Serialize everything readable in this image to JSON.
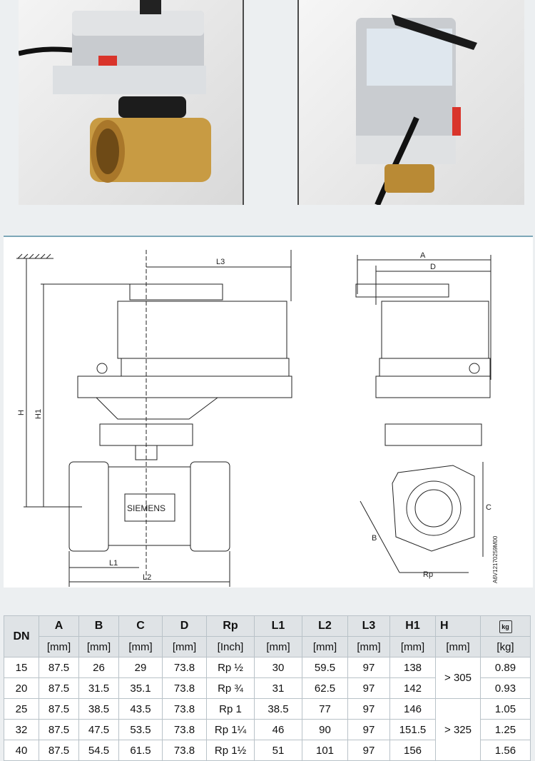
{
  "drawing": {
    "labels": {
      "L3": "L3",
      "H": "H",
      "H1": "H1",
      "L1": "L1",
      "L2": "L2",
      "A": "A",
      "D": "D",
      "C": "C",
      "B": "B",
      "Rp": "Rp",
      "brand": "SIEMENS",
      "code": "A6V12170259M00"
    }
  },
  "table": {
    "dn_header": "DN",
    "columns": [
      "A",
      "B",
      "C",
      "D",
      "Rp",
      "L1",
      "L2",
      "L3",
      "H1",
      "H"
    ],
    "units": [
      "[mm]",
      "[mm]",
      "[mm]",
      "[mm]",
      "[Inch]",
      "[mm]",
      "[mm]",
      "[mm]",
      "[mm]",
      "[mm]",
      "[kg]"
    ],
    "weight_icon": "kg",
    "rows": [
      {
        "dn": "15",
        "A": "87.5",
        "B": "26",
        "C": "29",
        "D": "73.8",
        "Rp": "Rp ½",
        "L1": "30",
        "L2": "59.5",
        "L3": "97",
        "H1": "138",
        "kg": "0.89"
      },
      {
        "dn": "20",
        "A": "87.5",
        "B": "31.5",
        "C": "35.1",
        "D": "73.8",
        "Rp": "Rp ¾",
        "L1": "31",
        "L2": "62.5",
        "L3": "97",
        "H1": "142",
        "kg": "0.93"
      },
      {
        "dn": "25",
        "A": "87.5",
        "B": "38.5",
        "C": "43.5",
        "D": "73.8",
        "Rp": "Rp 1",
        "L1": "38.5",
        "L2": "77",
        "L3": "97",
        "H1": "146",
        "kg": "1.05"
      },
      {
        "dn": "32",
        "A": "87.5",
        "B": "47.5",
        "C": "53.5",
        "D": "73.8",
        "Rp": "Rp 1¼",
        "L1": "46",
        "L2": "90",
        "L3": "97",
        "H1": "151.5",
        "kg": "1.25"
      },
      {
        "dn": "40",
        "A": "87.5",
        "B": "54.5",
        "C": "61.5",
        "D": "73.8",
        "Rp": "Rp 1½",
        "L1": "51",
        "L2": "101",
        "L3": "97",
        "H1": "156",
        "kg": "1.56"
      }
    ],
    "h_groups": [
      "> 305",
      "> 325"
    ]
  }
}
